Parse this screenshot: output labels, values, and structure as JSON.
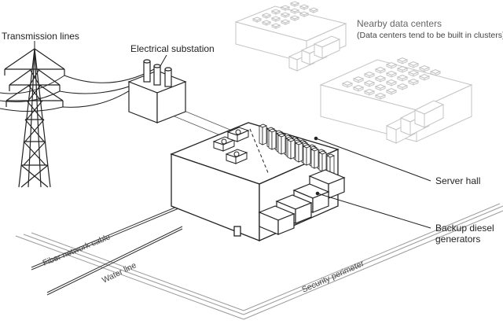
{
  "labels": {
    "transmission_lines": "Transmission lines",
    "electrical_substation": "Electrical substation",
    "nearby_data_centers": "Nearby data centers",
    "nearby_note": "(Data centers tend to be built in clusters)",
    "server_hall": "Server hall",
    "backup_generators_line1": "Backup diesel",
    "backup_generators_line2": "generators",
    "fiber_network_cable": "Fiber network cable",
    "water_line": "Water line",
    "security_perimeter": "Security perimeter"
  },
  "colors": {
    "ink": "#222222",
    "faded_ink": "#bfbfbf",
    "ground": "#999999"
  }
}
